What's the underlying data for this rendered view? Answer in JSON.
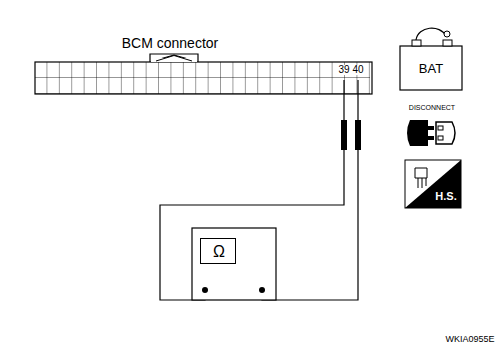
{
  "diagram": {
    "nodes": [
      {
        "text": [
          "BCM connector",
          "39",
          "40"
        ]
      },
      {
        "text": [
          "Ω"
        ]
      },
      {
        "text": [
          "BAT"
        ]
      },
      {
        "text": [
          "H.S."
        ]
      }
    ],
    "labels": [
      "DISCONNECT",
      "WKIA0955E"
    ]
  }
}
